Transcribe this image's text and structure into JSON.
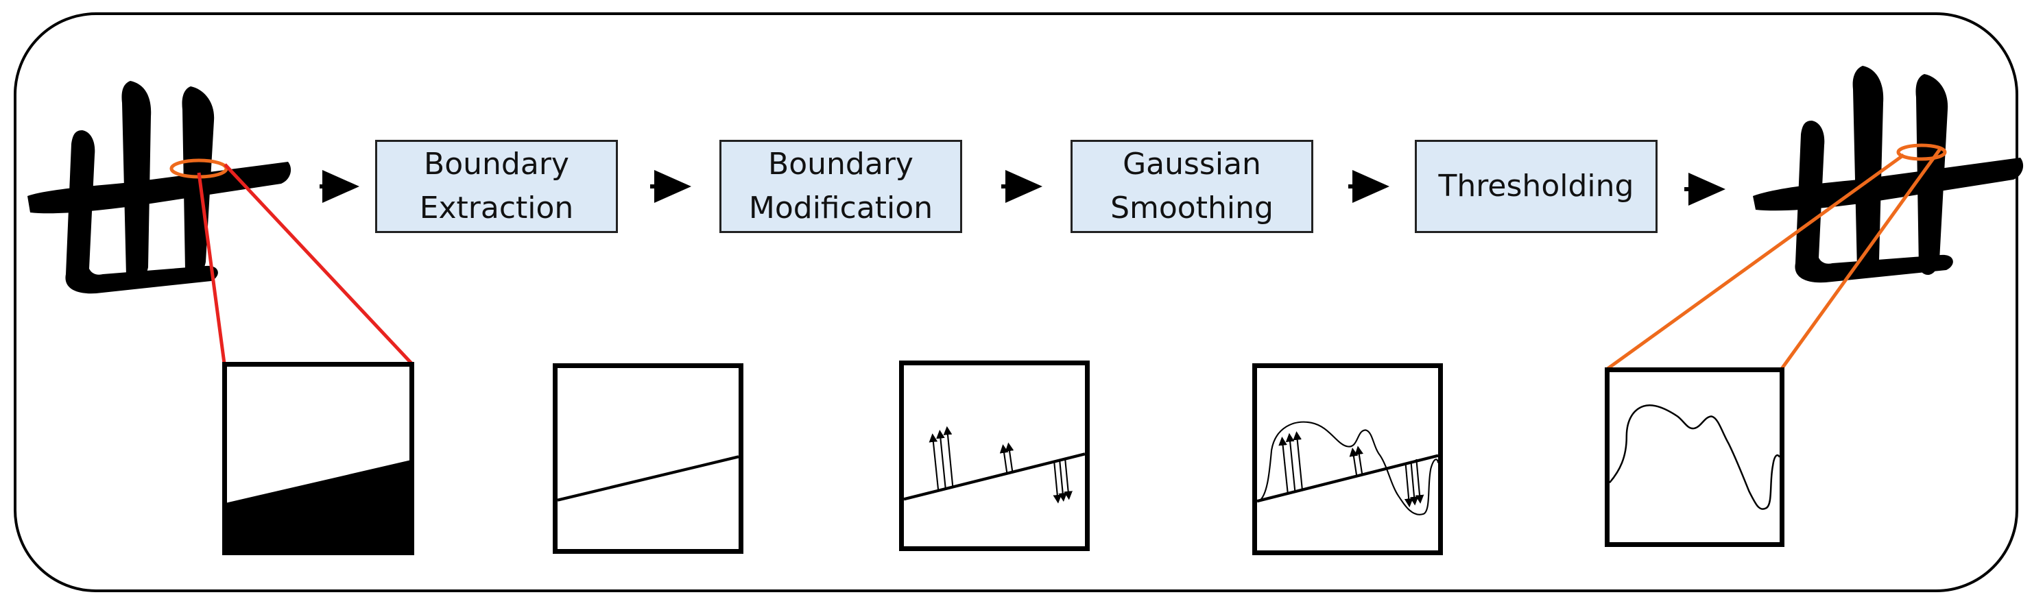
{
  "steps": [
    {
      "label": "Boundary Extraction"
    },
    {
      "label": "Boundary Modification"
    },
    {
      "label": "Gaussian Smoothing"
    },
    {
      "label": "Thresholding"
    }
  ],
  "colors": {
    "step_fill": "#dce9f6",
    "zoom_line_input": "#e8231f",
    "zoom_line_output": "#ee6a1c",
    "glyph": "#000000"
  },
  "icons": [
    "arrow-right-icon",
    "calligraphy-glyph-input",
    "calligraphy-glyph-output"
  ]
}
